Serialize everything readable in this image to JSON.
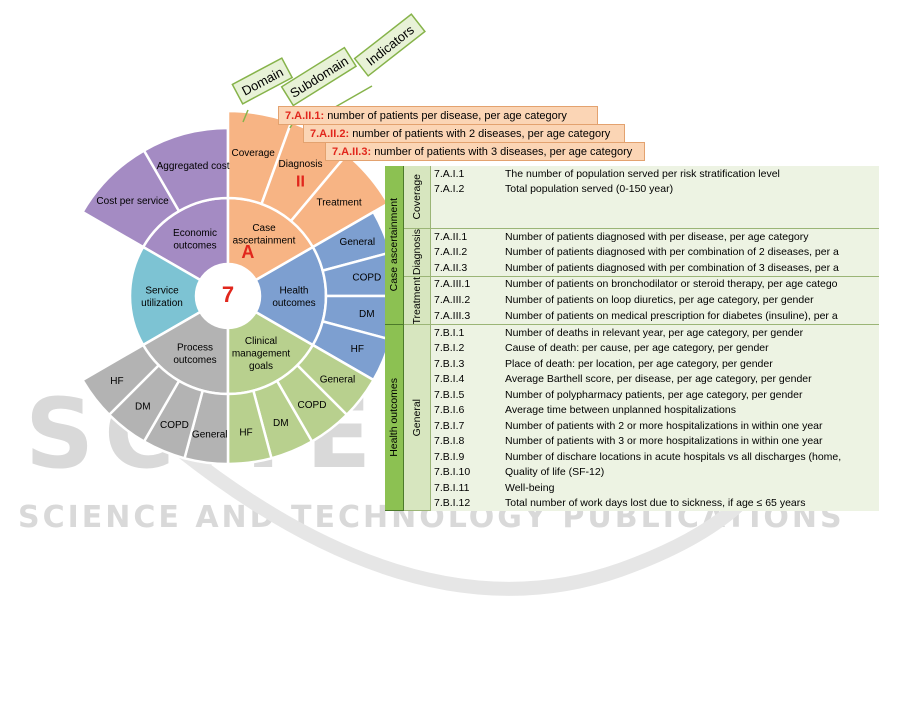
{
  "wheel": {
    "center": "7",
    "inner": {
      "economic": "Economic outcomes",
      "service": "Service utilization",
      "process": "Process outcomes",
      "clinical": "Clinical management goals",
      "health": "Health outcomes",
      "case": "Case ascertainment",
      "case_letter": "A"
    },
    "outer": {
      "cost_per_service": "Cost per service",
      "aggregated_cost": "Aggregated cost",
      "coverage": "Coverage",
      "diagnosis": "Diagnosis",
      "diagnosis_num": "II",
      "treatment": "Treatment",
      "health_general": "General",
      "health_copd": "COPD",
      "health_dm": "DM",
      "health_hf": "HF",
      "clin_general": "General",
      "clin_copd": "COPD",
      "clin_dm": "DM",
      "clin_hf": "HF",
      "proc_hf": "HF",
      "proc_dm": "DM",
      "proc_copd": "COPD",
      "proc_general": "General"
    },
    "colors": {
      "purple": "#a48bc3",
      "blue_light": "#7dc3d3",
      "grey": "#b3b3b3",
      "green": "#b8d08e",
      "blue": "#7d9fd0",
      "orange": "#f7b484"
    }
  },
  "flags": {
    "domain": "Domain",
    "subdomain": "Subdomain",
    "indicators": "Indicators"
  },
  "callouts": [
    {
      "code": "7.A.II.1:",
      "text": "number of patients per disease, per age category"
    },
    {
      "code": "7.A.II.2:",
      "text": "number of patients with 2 diseases, per age category"
    },
    {
      "code": "7.A.II.3:",
      "text": "number of patients with 3 diseases, per age category"
    }
  ],
  "table": {
    "groups": {
      "case": "Case ascertainment",
      "health": "Health outcomes"
    },
    "subgroups": {
      "coverage": "Coverage",
      "diagnosis": "Diagnosis",
      "treatment": "Treatment",
      "general": "General"
    },
    "rows": [
      {
        "code": "7.A.I.1",
        "desc": "The number of population served per risk stratification level"
      },
      {
        "code": "7.A.I.2",
        "desc": "Total population served (0-150 year)"
      },
      {
        "code": "",
        "desc": ""
      },
      {
        "code": "",
        "desc": ""
      },
      {
        "code": "7.A.II.1",
        "desc": "Number of patients diagnosed with per disease, per age category"
      },
      {
        "code": "7.A.II.2",
        "desc": "Number of patients diagnosed with per combination of 2 diseases, per a"
      },
      {
        "code": "7.A.II.3",
        "desc": "Number of patients diagnosed with per combination of 3 diseases, per a"
      },
      {
        "code": "7.A.III.1",
        "desc": "Number of patients on bronchodilator or steroid therapy, per age catego"
      },
      {
        "code": "7.A.III.2",
        "desc": "Number of patients on loop diuretics, per age category, per gender"
      },
      {
        "code": "7.A.III.3",
        "desc": "Number of patients on medical prescription for diabetes (insuline), per a"
      },
      {
        "code": "7.B.I.1",
        "desc": "Number of deaths in relevant year, per age category, per gender"
      },
      {
        "code": "7.B.I.2",
        "desc": "Cause of death: per cause, per age category, per gender"
      },
      {
        "code": "7.B.I.3",
        "desc": "Place of death: per location, per age category, per gender"
      },
      {
        "code": "7.B.I.4",
        "desc": "Average Barthell score, per disease, per age category, per gender"
      },
      {
        "code": "7.B.I.5",
        "desc": "Number of polypharmacy patients, per age category, per gender"
      },
      {
        "code": "7.B.I.6",
        "desc": "Average time between unplanned hospitalizations"
      },
      {
        "code": "7.B.I.7",
        "desc": "Number of patients with 2 or more hospitalizations in within one year"
      },
      {
        "code": "7.B.I.8",
        "desc": "Number of patients with 3 or more hospitalizations in within one year"
      },
      {
        "code": "7.B.I.9",
        "desc": "Number of dischare locations in acute hospitals vs all discharges (home,"
      },
      {
        "code": "7.B.I.10",
        "desc": "Quality of life (SF-12)"
      },
      {
        "code": "7.B.I.11",
        "desc": "Well-being"
      },
      {
        "code": "7.B.I.12",
        "desc": "Total number of work days lost due to sickness, if age ≤ 65 years"
      }
    ]
  },
  "watermark": {
    "big": "SCITEPRESS",
    "small": "SCIENCE AND TECHNOLOGY PUBLICATIONS"
  }
}
